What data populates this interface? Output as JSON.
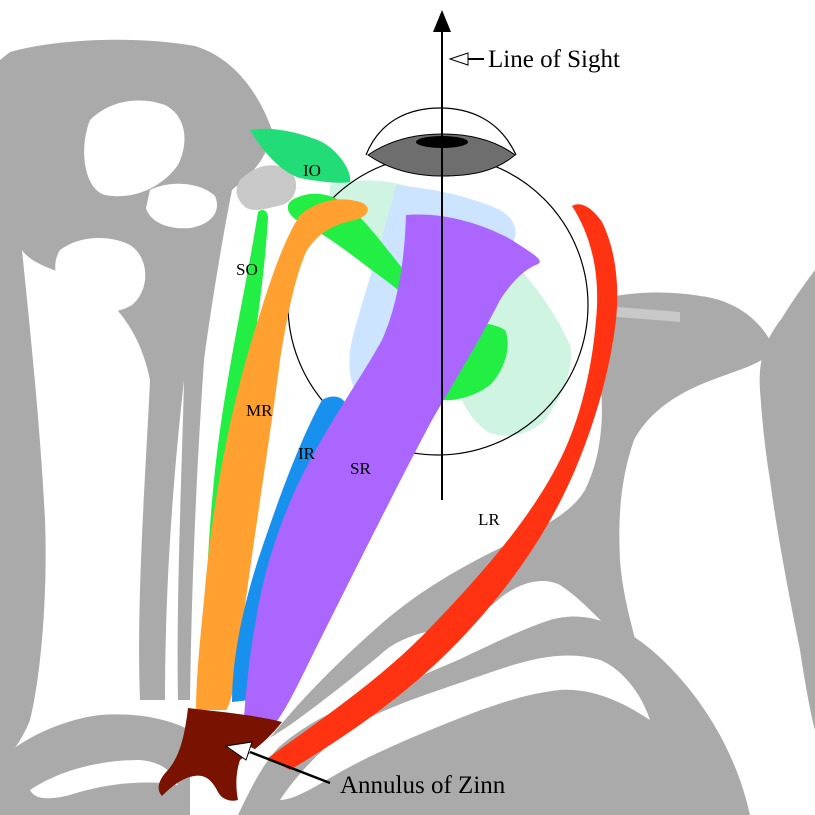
{
  "labels": {
    "io": "IO",
    "so": "SO",
    "mr": "MR",
    "ir": "IR",
    "sr": "SR",
    "lr": "LR",
    "line_of_sight": "Line of Sight",
    "annulus": "Annulus of Zinn"
  },
  "colors": {
    "bone": "#aaaaaa",
    "bone_light": "#c8c8c8",
    "superior_oblique": "#22ee44",
    "inferior_oblique": "#22dd77",
    "medial_rectus": "#ffa030",
    "inferior_rectus": "#1890ee",
    "superior_rectus": "#aa66ff",
    "lateral_rectus": "#ff3311",
    "annulus": "#7a1200",
    "eye_outline": "#000000",
    "pale_blue": "#cce4ff",
    "pale_green": "#cff5e2"
  }
}
